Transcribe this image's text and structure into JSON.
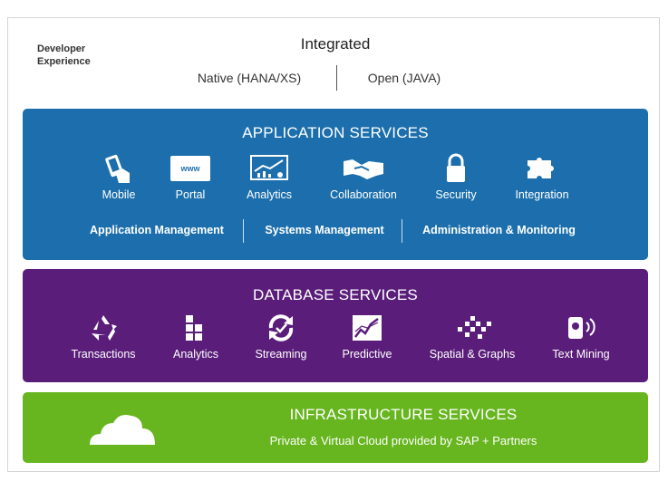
{
  "developer_experience": {
    "label": "Developer Experience",
    "integrated": "Integrated",
    "native": "Native (HANA/XS)",
    "open": "Open (JAVA)"
  },
  "application_services": {
    "title": "APPLICATION SERVICES",
    "color": "#1c6fac",
    "items": [
      {
        "label": "Mobile",
        "icon": "mobile-icon"
      },
      {
        "label": "Portal",
        "icon": "portal-icon",
        "icon_text": "www"
      },
      {
        "label": "Analytics",
        "icon": "analytics-chart-icon"
      },
      {
        "label": "Collaboration",
        "icon": "handshake-icon"
      },
      {
        "label": "Security",
        "icon": "lock-icon"
      },
      {
        "label": "Integration",
        "icon": "puzzle-icon"
      }
    ],
    "management": [
      "Application Management",
      "Systems Management",
      "Administration & Monitoring"
    ]
  },
  "database_services": {
    "title": "DATABASE SERVICES",
    "color": "#5a1e7a",
    "items": [
      {
        "label": "Transactions",
        "icon": "recycle-icon"
      },
      {
        "label": "Analytics",
        "icon": "blocks-icon"
      },
      {
        "label": "Streaming",
        "icon": "sync-icon"
      },
      {
        "label": "Predictive",
        "icon": "trend-chart-icon"
      },
      {
        "label": "Spatial & Graphs",
        "icon": "scatter-icon"
      },
      {
        "label": "Text Mining",
        "icon": "voice-icon"
      }
    ]
  },
  "infrastructure_services": {
    "title": "INFRASTRUCTURE SERVICES",
    "subtitle": "Private & Virtual Cloud provided by SAP + Partners",
    "color": "#67b51f",
    "icon": "cloud-icon"
  }
}
